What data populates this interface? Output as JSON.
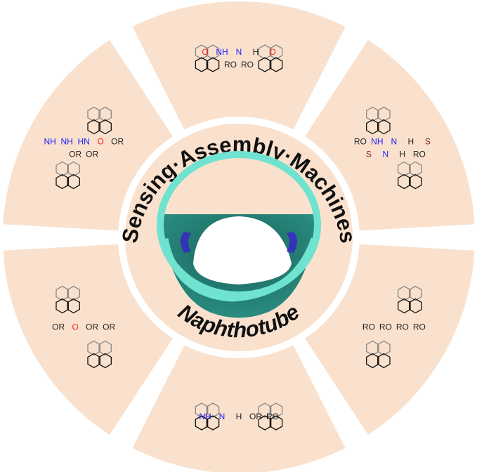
{
  "title_arc": "Sensing·Assembly·Machines",
  "subtitle_arc": "Naphthotube",
  "colors": {
    "segment": "#f9e1cd",
    "tube_rim": "#6fe3cf",
    "tube_inner": "#1e6e65",
    "binding_site": "#3434b8",
    "oxygen": "#ff2020",
    "nitrogen": "#2020ff",
    "bond": "#111111",
    "back_bond": "#888888"
  },
  "segments": [
    {
      "name": "amide-top",
      "labels": [
        "O",
        "NH",
        "N",
        "H",
        "O",
        "RO",
        "RO"
      ]
    },
    {
      "name": "thiourea-right",
      "labels": [
        "RO",
        "NH",
        "N",
        "H",
        "S",
        "S",
        "N",
        "H",
        "RO"
      ]
    },
    {
      "name": "ether-right",
      "labels": [
        "RO",
        "RO",
        "RO",
        "RO"
      ]
    },
    {
      "name": "amine-bottom",
      "labels": [
        "NH",
        "N",
        "H",
        "OR",
        "RO"
      ]
    },
    {
      "name": "ester-left",
      "labels": [
        "OR",
        "O",
        "OR",
        "OR"
      ]
    },
    {
      "name": "urea-left",
      "labels": [
        "NH",
        "NH",
        "HN",
        "O",
        "OR",
        "OR",
        "OR"
      ]
    }
  ]
}
